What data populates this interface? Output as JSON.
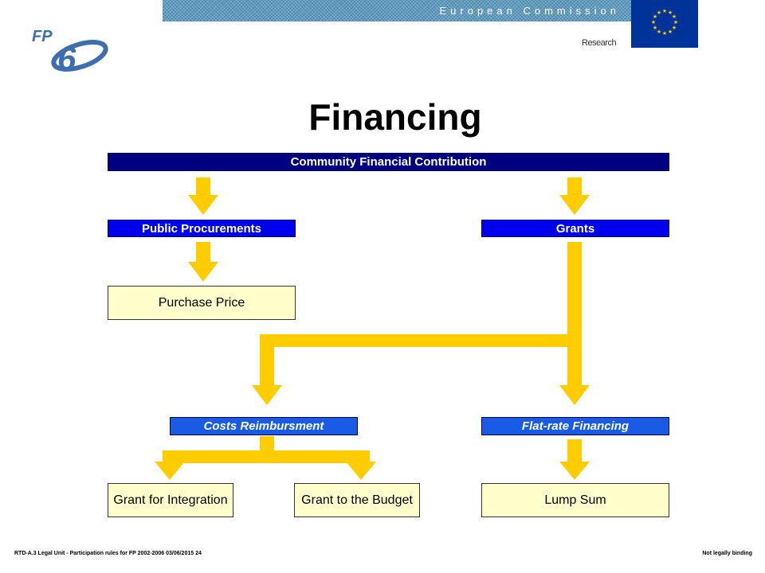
{
  "header": {
    "banner_text": "European Commission",
    "research_label": "Research",
    "logo_text": "FP6"
  },
  "title": "Financing",
  "diagram": {
    "root": "Community Financial Contribution",
    "public_procurements": "Public Procurements",
    "grants": "Grants",
    "purchase_price": "Purchase Price",
    "costs_reimbursment": "Costs Reimbursment",
    "flat_rate_financing": "Flat-rate Financing",
    "grant_for_integration": "Grant for Integration",
    "grant_to_the_budget": "Grant to the Budget",
    "lump_sum": "Lump Sum"
  },
  "colors": {
    "arrow": "#ffcc00",
    "root_box": "#000080",
    "sub_box": "#0000ee",
    "leaf_box": "#ffffcc",
    "eu_flag": "#00339a",
    "eu_star": "#ffcc00"
  },
  "footer": {
    "left": "RTD-A.3 Legal Unit - Participation rules for FP 2002-2006  03/06/2015  24",
    "right": "Not legally binding"
  }
}
